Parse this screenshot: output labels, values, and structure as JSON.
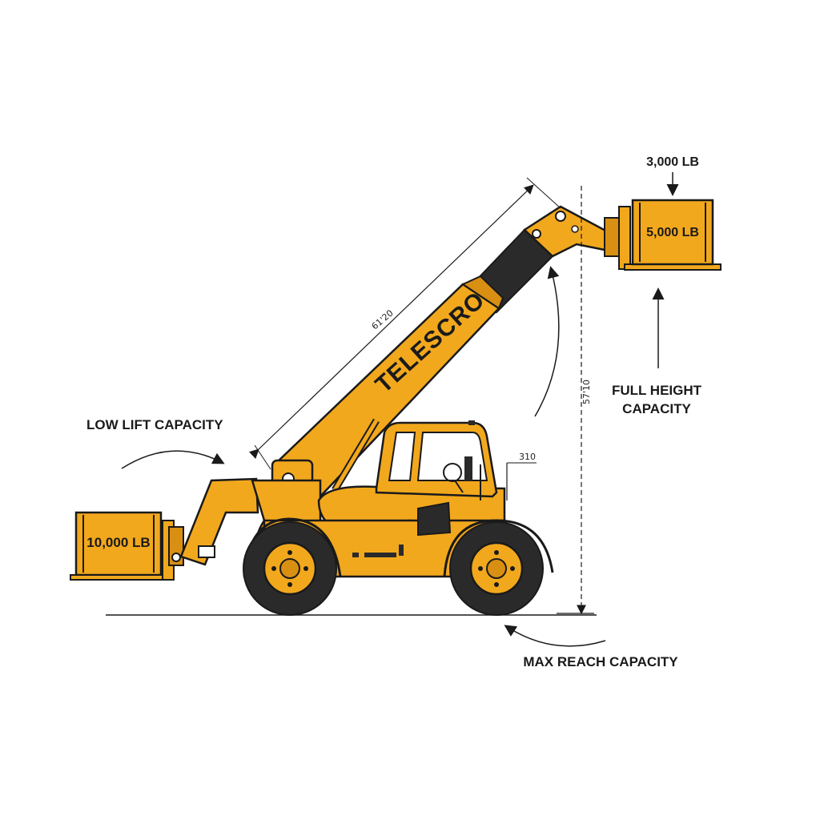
{
  "labels": {
    "low_lift": "LOW LIFT CAPACITY",
    "full_height_line1": "FULL HEIGHT",
    "full_height_line2": "CAPACITY",
    "max_reach": "MAX REACH CAPACITY",
    "top_weight": "3,000 LB"
  },
  "loads": {
    "low": "10,000 LB",
    "high": "5,000 LB"
  },
  "boom_text": "TELESCRO",
  "dimensions": {
    "boom_length": "61'20",
    "height": "57'10",
    "cab": "310"
  },
  "colors": {
    "machine": "#F2A81D",
    "machine_dark": "#D88F12",
    "outline": "#1a1a1a",
    "tire": "#2a2a2a"
  }
}
